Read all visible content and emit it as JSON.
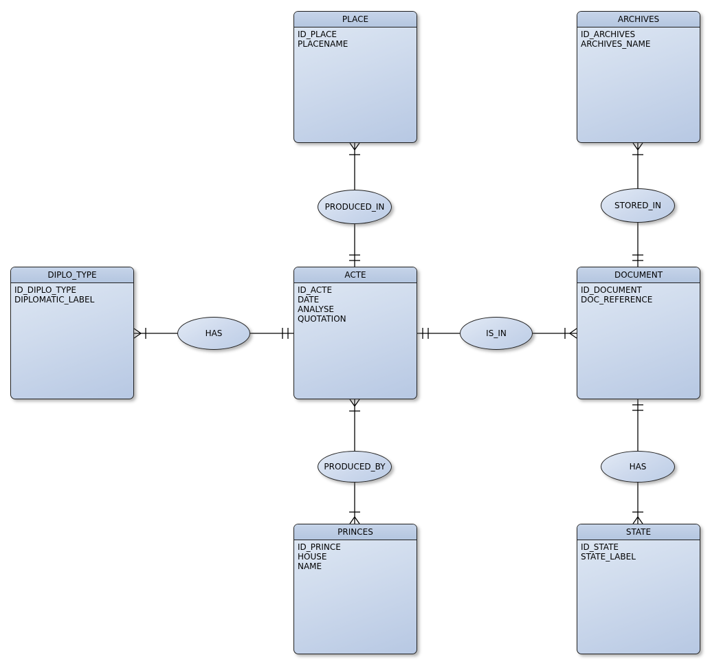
{
  "diagram": {
    "type": "entity-relationship-diagram",
    "notation": "crow's foot cardinality with tick marks, entities as rounded rectangles, relationships as ellipses",
    "background_color": "#ffffff",
    "colors": {
      "entity_border": "#1f1f1f",
      "entity_header_fill": "#b9cbe3",
      "entity_body_fill_light": "#dfe8f4",
      "entity_body_fill_dark": "#b7c8e3",
      "line_color": "#000000",
      "text_color": "#000000"
    }
  },
  "entities": {
    "place": {
      "name": "PLACE",
      "attributes": [
        "ID_PLACE",
        "PLACENAME"
      ]
    },
    "archives": {
      "name": "ARCHIVES",
      "attributes": [
        "ID_ARCHIVES",
        "ARCHIVES_NAME"
      ]
    },
    "diplo_type": {
      "name": "DIPLO_TYPE",
      "attributes": [
        "ID_DIPLO_TYPE",
        "DIPLOMATIC_LABEL"
      ]
    },
    "acte": {
      "name": "ACTE",
      "attributes": [
        "ID_ACTE",
        "DATE",
        "ANALYSE",
        "QUOTATION"
      ]
    },
    "document": {
      "name": "DOCUMENT",
      "attributes": [
        "ID_DOCUMENT",
        "DOC_REFERENCE"
      ]
    },
    "princes": {
      "name": "PRINCES",
      "attributes": [
        "ID_PRINCE",
        "HOUSE",
        "NAME"
      ]
    },
    "state": {
      "name": "STATE",
      "attributes": [
        "ID_STATE",
        "STATE_LABEL"
      ]
    }
  },
  "relationships": {
    "produced_in": {
      "label": "PRODUCED_IN"
    },
    "stored_in": {
      "label": "STORED_IN"
    },
    "has_diplo": {
      "label": "HAS"
    },
    "is_in": {
      "label": "IS_IN"
    },
    "produced_by": {
      "label": "PRODUCED_BY"
    },
    "has_state": {
      "label": "HAS"
    }
  },
  "connections": [
    {
      "entity": "PLACE",
      "relationship": "PRODUCED_IN",
      "cardinality_symbol": "crow's foot + single tick (many)"
    },
    {
      "entity": "ACTE",
      "relationship": "PRODUCED_IN",
      "cardinality_symbol": "double tick (exactly one)"
    },
    {
      "entity": "ARCHIVES",
      "relationship": "STORED_IN",
      "cardinality_symbol": "crow's foot + single tick (many)"
    },
    {
      "entity": "DOCUMENT",
      "relationship": "STORED_IN",
      "cardinality_symbol": "double tick (exactly one)"
    },
    {
      "entity": "DIPLO_TYPE",
      "relationship": "HAS",
      "cardinality_symbol": "crow's foot + single tick (many)"
    },
    {
      "entity": "ACTE",
      "relationship": "HAS",
      "cardinality_symbol": "double tick (exactly one)"
    },
    {
      "entity": "ACTE",
      "relationship": "IS_IN",
      "cardinality_symbol": "double tick (exactly one)"
    },
    {
      "entity": "DOCUMENT",
      "relationship": "IS_IN",
      "cardinality_symbol": "crow's foot + single tick (many)"
    },
    {
      "entity": "ACTE",
      "relationship": "PRODUCED_BY",
      "cardinality_symbol": "crow's foot + single tick (many)"
    },
    {
      "entity": "PRINCES",
      "relationship": "PRODUCED_BY",
      "cardinality_symbol": "crow's foot + single tick (many)"
    },
    {
      "entity": "DOCUMENT",
      "relationship": "HAS",
      "cardinality_symbol": "double tick (exactly one)"
    },
    {
      "entity": "STATE",
      "relationship": "HAS",
      "cardinality_symbol": "crow's foot + single tick (many)"
    }
  ]
}
